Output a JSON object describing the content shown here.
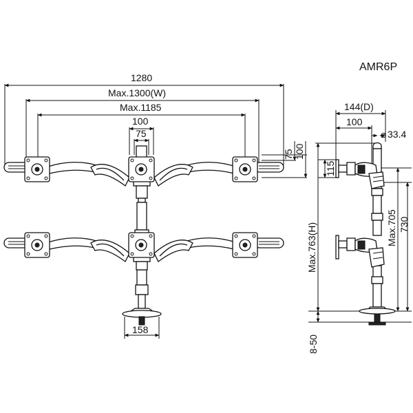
{
  "model": "AMR6P",
  "front_view": {
    "dim_total_width": "1280",
    "dim_max_width": "Max.1300(W)",
    "dim_mid_width": "Max.1185",
    "dim_vesa_100": "100",
    "dim_vesa_75": "75",
    "dim_right_75": "75",
    "dim_right_100": "100",
    "dim_base": "158"
  },
  "side_view": {
    "dim_depth": "144(D)",
    "dim_depth_100": "100",
    "dim_pole": "33.4",
    "dim_115": "115",
    "dim_max_height": "Max.763(H)",
    "dim_705": "Max.705",
    "dim_730": "730",
    "dim_clamp": "8-50"
  },
  "colors": {
    "line": "#111111",
    "background": "#ffffff"
  }
}
